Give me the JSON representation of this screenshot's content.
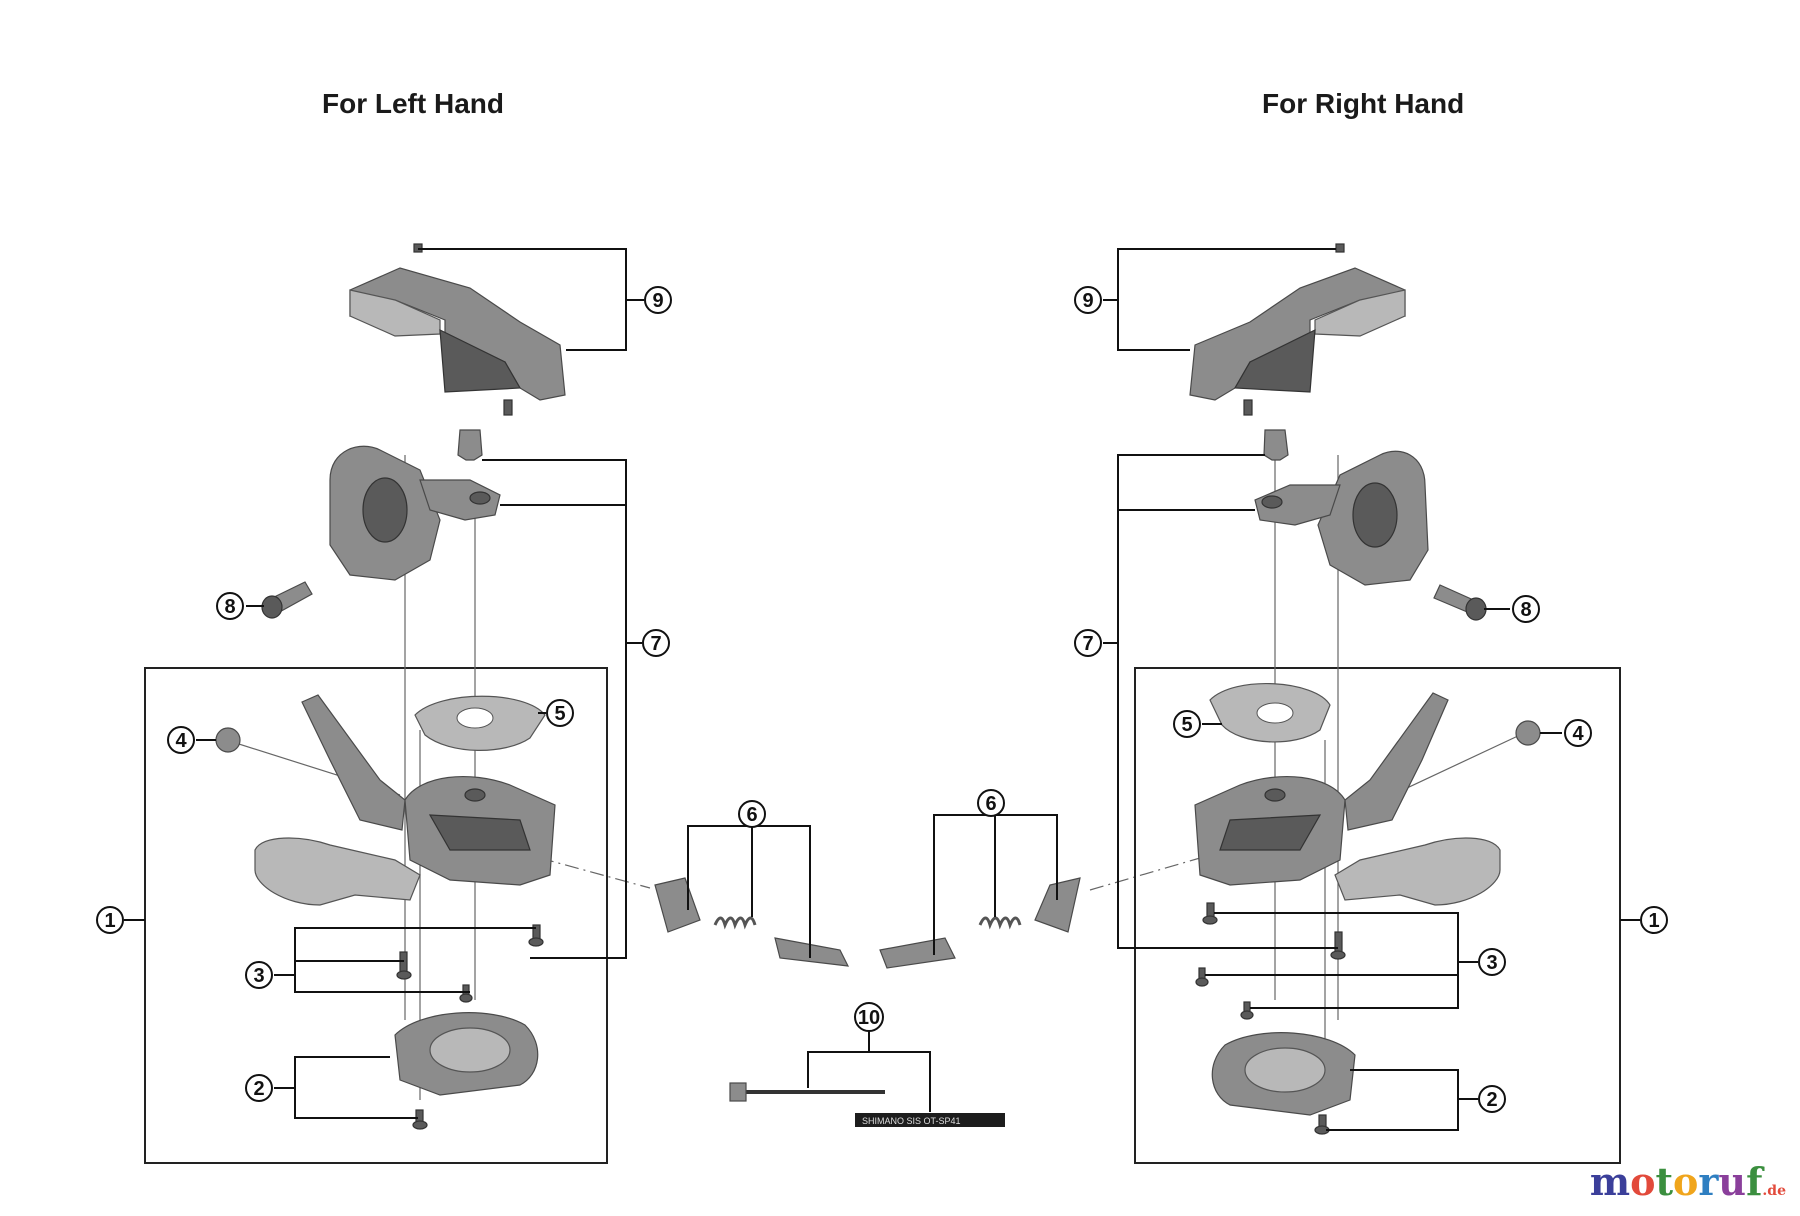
{
  "headings": {
    "left": "For Left Hand",
    "right": "For Right Hand"
  },
  "callouts": {
    "c1": "1",
    "c2": "2",
    "c3": "3",
    "c4": "4",
    "c5": "5",
    "c6": "6",
    "c7": "7",
    "c8": "8",
    "c9": "9",
    "c10": "10"
  },
  "cable_print": "SHIMANO SIS OT-SP41",
  "watermark": {
    "brand": "motoruf",
    "tld": ".de",
    "colors": [
      "#3b3f9a",
      "#e24a3b",
      "#3b8f3f",
      "#f0a51c",
      "#2f7fc1",
      "#8a3f9b"
    ]
  }
}
